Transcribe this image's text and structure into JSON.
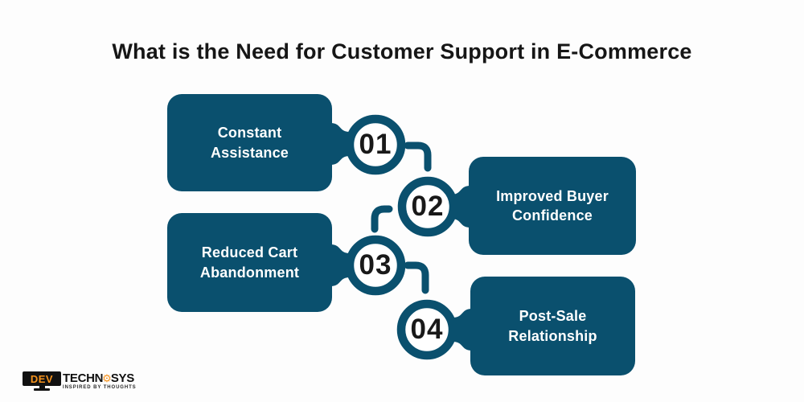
{
  "title": "What is the Need for Customer Support in E-Commerce",
  "colors": {
    "teal": "#0a506e",
    "box_text": "#ffffff",
    "number_text": "#191919",
    "title_text": "#161616",
    "logo_orange": "#f6931d",
    "logo_black": "#111111"
  },
  "items": [
    {
      "number": "01",
      "label": "Constant Assistance"
    },
    {
      "number": "02",
      "label": "Improved Buyer Confidence"
    },
    {
      "number": "03",
      "label": "Reduced Cart Abandonment"
    },
    {
      "number": "04",
      "label": "Post-Sale Relationship"
    }
  ],
  "logo": {
    "monitor_text": "DEV",
    "brand_left": "TECHN",
    "gear_icon": "⚙",
    "brand_right": "SYS",
    "tagline": "INSPIRED BY THOUGHTS"
  }
}
